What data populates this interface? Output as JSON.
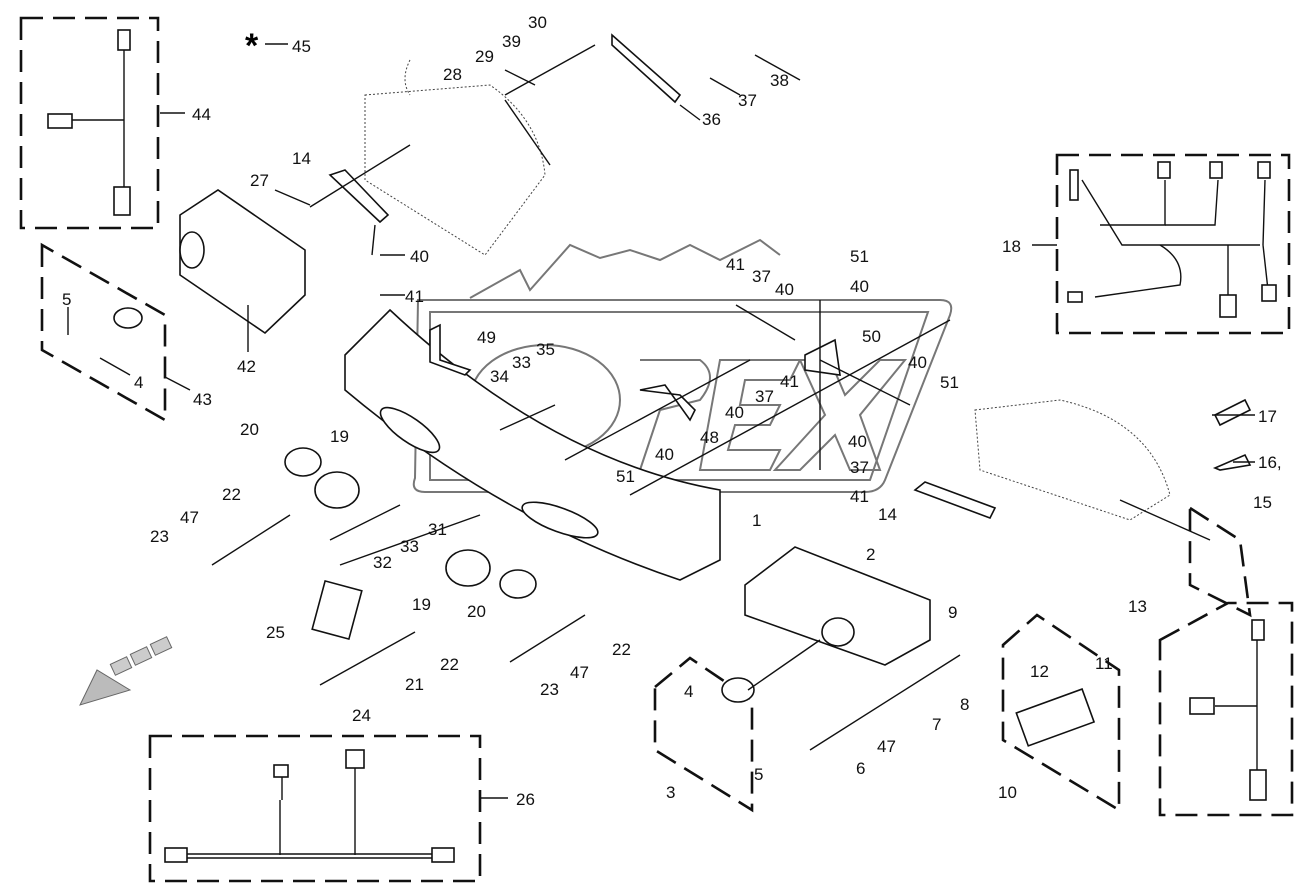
{
  "diagram": {
    "type": "exploded-parts-diagram",
    "subject": "Front light bar / bumper lighting assembly",
    "watermark": "OPEX",
    "note_symbol": "*",
    "callouts": [
      {
        "id": "c1",
        "label": "1"
      },
      {
        "id": "c2",
        "label": "2"
      },
      {
        "id": "c3",
        "label": "3"
      },
      {
        "id": "c4a",
        "label": "4"
      },
      {
        "id": "c4b",
        "label": "4"
      },
      {
        "id": "c5a",
        "label": "5"
      },
      {
        "id": "c5b",
        "label": "5"
      },
      {
        "id": "c6",
        "label": "6"
      },
      {
        "id": "c7",
        "label": "7"
      },
      {
        "id": "c8",
        "label": "8"
      },
      {
        "id": "c9",
        "label": "9"
      },
      {
        "id": "c10",
        "label": "10"
      },
      {
        "id": "c11",
        "label": "11"
      },
      {
        "id": "c12",
        "label": "12"
      },
      {
        "id": "c13",
        "label": "13"
      },
      {
        "id": "c14a",
        "label": "14"
      },
      {
        "id": "c14b",
        "label": "14"
      },
      {
        "id": "c15",
        "label": "15"
      },
      {
        "id": "c16",
        "label": "16,"
      },
      {
        "id": "c17",
        "label": "17"
      },
      {
        "id": "c18",
        "label": "18"
      },
      {
        "id": "c19a",
        "label": "19"
      },
      {
        "id": "c19b",
        "label": "19"
      },
      {
        "id": "c20a",
        "label": "20"
      },
      {
        "id": "c20b",
        "label": "20"
      },
      {
        "id": "c21",
        "label": "21"
      },
      {
        "id": "c22a",
        "label": "22"
      },
      {
        "id": "c22b",
        "label": "22"
      },
      {
        "id": "c22c",
        "label": "22"
      },
      {
        "id": "c23a",
        "label": "23"
      },
      {
        "id": "c23b",
        "label": "23"
      },
      {
        "id": "c24",
        "label": "24"
      },
      {
        "id": "c25",
        "label": "25"
      },
      {
        "id": "c26",
        "label": "26"
      },
      {
        "id": "c27",
        "label": "27"
      },
      {
        "id": "c28",
        "label": "28"
      },
      {
        "id": "c29",
        "label": "29"
      },
      {
        "id": "c30",
        "label": "30"
      },
      {
        "id": "c31",
        "label": "31"
      },
      {
        "id": "c32",
        "label": "32"
      },
      {
        "id": "c33a",
        "label": "33"
      },
      {
        "id": "c33b",
        "label": "33"
      },
      {
        "id": "c34",
        "label": "34"
      },
      {
        "id": "c35",
        "label": "35"
      },
      {
        "id": "c36",
        "label": "36"
      },
      {
        "id": "c37a",
        "label": "37"
      },
      {
        "id": "c37b",
        "label": "37"
      },
      {
        "id": "c37c",
        "label": "37"
      },
      {
        "id": "c37d",
        "label": "37"
      },
      {
        "id": "c38",
        "label": "38"
      },
      {
        "id": "c39",
        "label": "39"
      },
      {
        "id": "c40a",
        "label": "40"
      },
      {
        "id": "c40b",
        "label": "40"
      },
      {
        "id": "c40c",
        "label": "40"
      },
      {
        "id": "c40d",
        "label": "40"
      },
      {
        "id": "c40e",
        "label": "40"
      },
      {
        "id": "c40f",
        "label": "40"
      },
      {
        "id": "c40g",
        "label": "40"
      },
      {
        "id": "c41a",
        "label": "41"
      },
      {
        "id": "c41b",
        "label": "41"
      },
      {
        "id": "c41c",
        "label": "41"
      },
      {
        "id": "c41d",
        "label": "41"
      },
      {
        "id": "c42",
        "label": "42"
      },
      {
        "id": "c43",
        "label": "43"
      },
      {
        "id": "c44",
        "label": "44"
      },
      {
        "id": "c45",
        "label": "45"
      },
      {
        "id": "c47a",
        "label": "47"
      },
      {
        "id": "c47b",
        "label": "47"
      },
      {
        "id": "c47c",
        "label": "47"
      },
      {
        "id": "c48",
        "label": "48"
      },
      {
        "id": "c49",
        "label": "49"
      },
      {
        "id": "c50",
        "label": "50"
      },
      {
        "id": "c51a",
        "label": "51"
      },
      {
        "id": "c51b",
        "label": "51"
      },
      {
        "id": "c51c",
        "label": "51"
      }
    ]
  }
}
